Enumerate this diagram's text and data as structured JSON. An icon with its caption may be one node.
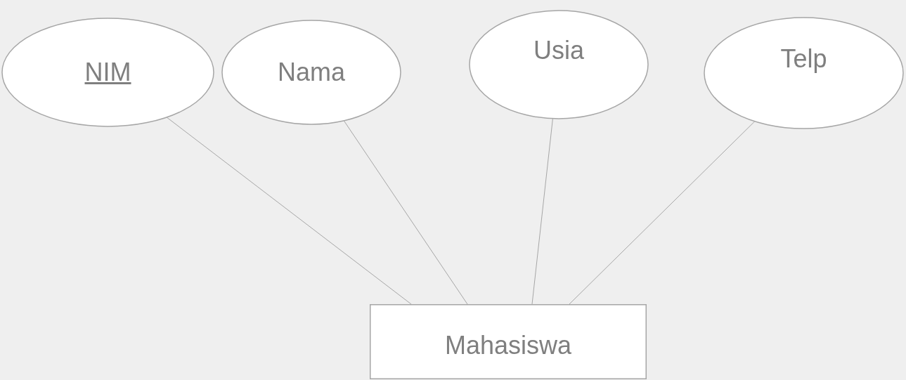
{
  "diagram": {
    "nodes": [
      {
        "text": [
          "NIM"
        ]
      },
      {
        "text": [
          "Nama"
        ]
      },
      {
        "text": [
          "Usia"
        ]
      },
      {
        "text": [
          "Telp"
        ]
      },
      {
        "text": [
          "Mahasiswa"
        ]
      }
    ],
    "edges": [
      {
        "from": 4,
        "to": 0,
        "arrow": "none"
      },
      {
        "from": 4,
        "to": 1,
        "arrow": "none"
      },
      {
        "from": 4,
        "to": 2,
        "arrow": "none"
      },
      {
        "from": 4,
        "to": 3,
        "arrow": "none"
      }
    ]
  }
}
